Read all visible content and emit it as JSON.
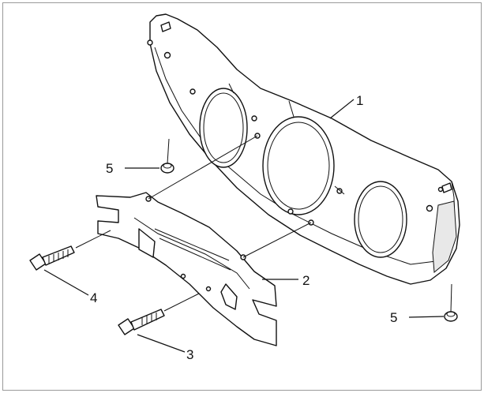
{
  "callouts": {
    "c1": "1",
    "c2": "2",
    "c3": "3",
    "c4": "4",
    "c5a": "5",
    "c5b": "5"
  },
  "parts": {
    "panel": "shield-panel",
    "bracket": "mounting-bracket",
    "bolt_long": "bolt",
    "bolt_short": "bolt",
    "nut_left": "clip-nut",
    "nut_right": "clip-nut"
  }
}
